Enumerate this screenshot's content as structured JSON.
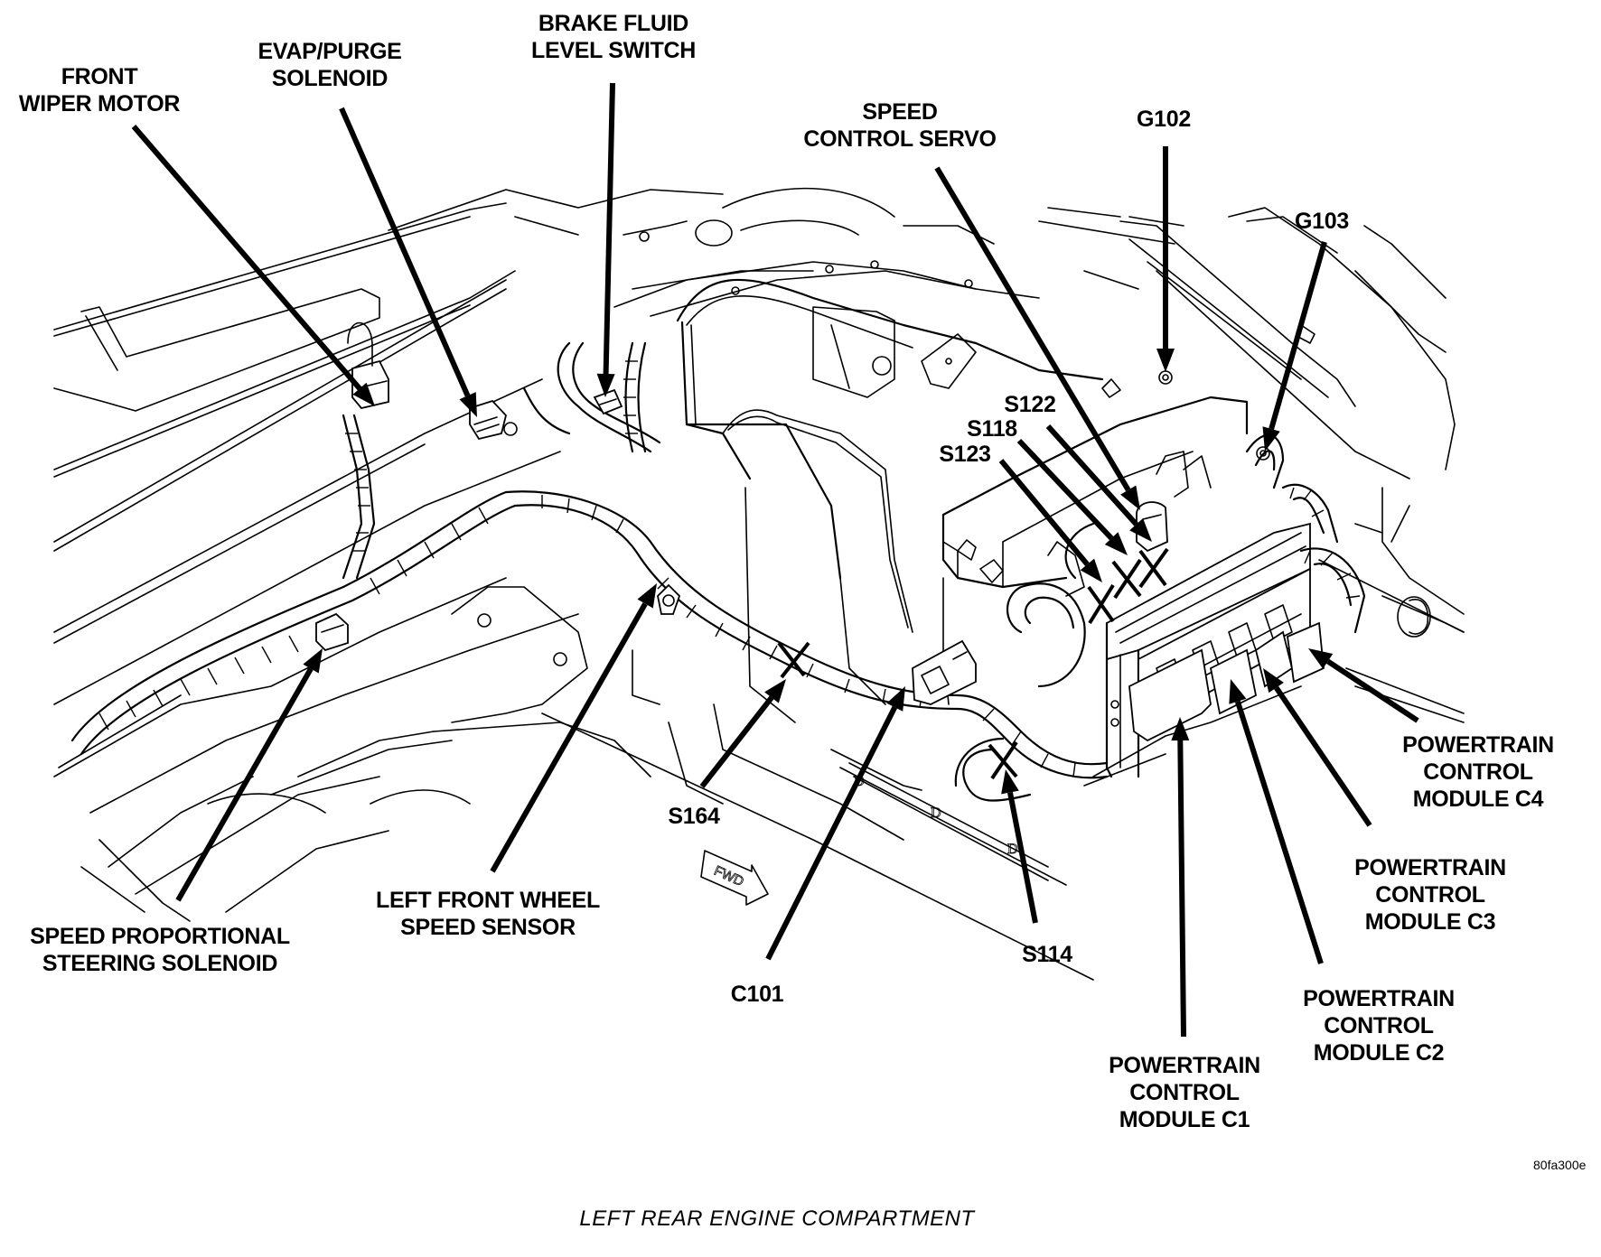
{
  "figure": {
    "title": "LEFT REAR ENGINE COMPARTMENT",
    "figure_id": "80fa300e",
    "direction_indicator": "FWD"
  },
  "labels": [
    {
      "id": "front-wiper-motor",
      "text": "FRONT\nWIPER MOTOR"
    },
    {
      "id": "evap-purge-solenoid",
      "text": "EVAP/PURGE\nSOLENOID"
    },
    {
      "id": "brake-fluid-level-switch",
      "text": "BRAKE FLUID\nLEVEL SWITCH"
    },
    {
      "id": "speed-control-servo",
      "text": "SPEED\nCONTROL SERVO"
    },
    {
      "id": "g102",
      "text": "G102"
    },
    {
      "id": "g103",
      "text": "G103"
    },
    {
      "id": "s122",
      "text": "S122"
    },
    {
      "id": "s118",
      "text": "S118"
    },
    {
      "id": "s123",
      "text": "S123"
    },
    {
      "id": "pcm-c4",
      "text": "POWERTRAIN\nCONTROL\nMODULE C4"
    },
    {
      "id": "pcm-c3",
      "text": "POWERTRAIN\nCONTROL\nMODULE C3"
    },
    {
      "id": "pcm-c2",
      "text": "POWERTRAIN\nCONTROL\nMODULE C2"
    },
    {
      "id": "pcm-c1",
      "text": "POWERTRAIN\nCONTROL\nMODULE C1"
    },
    {
      "id": "s114",
      "text": "S114"
    },
    {
      "id": "c101",
      "text": "C101"
    },
    {
      "id": "s164",
      "text": "S164"
    },
    {
      "id": "left-front-wheel-speed-sensor",
      "text": "LEFT FRONT WHEEL\nSPEED SENSOR"
    },
    {
      "id": "speed-proportional-steering-solenoid",
      "text": "SPEED PROPORTIONAL\nSTEERING SOLENOID"
    }
  ]
}
